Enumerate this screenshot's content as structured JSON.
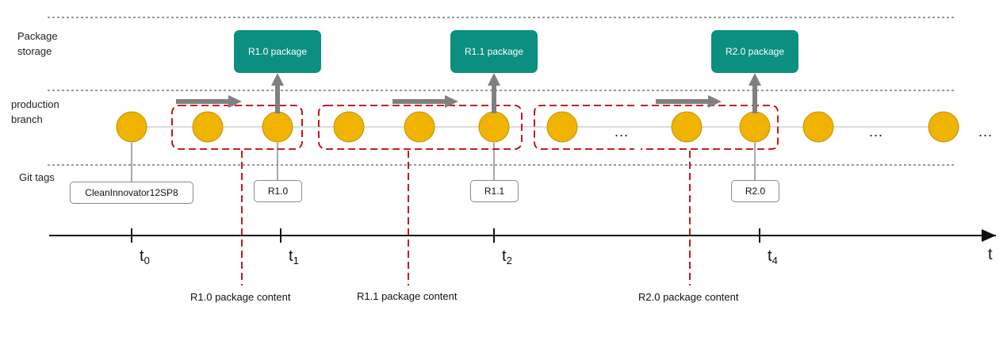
{
  "rows": {
    "storage": "Package storage",
    "branch": "production branch",
    "tags": "Git tags"
  },
  "packages": [
    {
      "label": "R1.0 package"
    },
    {
      "label": "R1.1 package"
    },
    {
      "label": "R2.0 package"
    }
  ],
  "git_tags": [
    {
      "label": "CleanInnovator12SP8"
    },
    {
      "label": "R1.0"
    },
    {
      "label": "R1.1"
    },
    {
      "label": "R2.0"
    }
  ],
  "content_labels": [
    {
      "label": "R1.0 package content"
    },
    {
      "label": "R1.1 package content"
    },
    {
      "label": "R2.0 package content"
    }
  ],
  "ellipsis": "...",
  "timeline": {
    "ticks": [
      {
        "base": "t",
        "sub": "0"
      },
      {
        "base": "t",
        "sub": "1"
      },
      {
        "base": "t",
        "sub": "2"
      },
      {
        "base": "t",
        "sub": "4"
      }
    ],
    "end_label": "t"
  },
  "colors": {
    "package_box": "#0b8f80",
    "commit_node": "#f0b400",
    "release_outline": "#c00000",
    "arrow": "#808080"
  }
}
